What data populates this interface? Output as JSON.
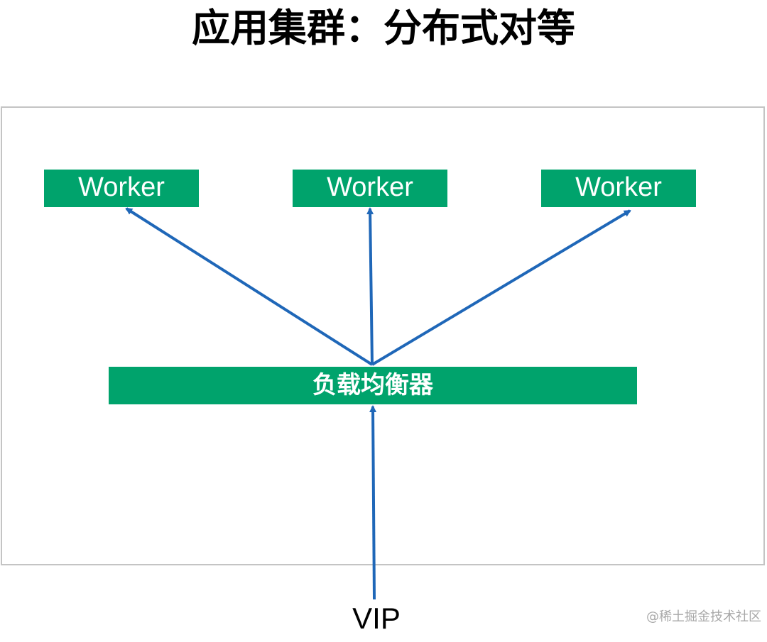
{
  "title": "应用集群：分布式对等",
  "workers": [
    {
      "label": "Worker"
    },
    {
      "label": "Worker"
    },
    {
      "label": "Worker"
    }
  ],
  "load_balancer": {
    "label": "负载均衡器"
  },
  "entry": {
    "label": "VIP"
  },
  "watermark": "@稀土掘金技术社区",
  "colors": {
    "box_fill": "#00a36c",
    "box_text": "#ffffff",
    "arrow": "#1f67b8",
    "frame_border": "#c4c4c4"
  }
}
